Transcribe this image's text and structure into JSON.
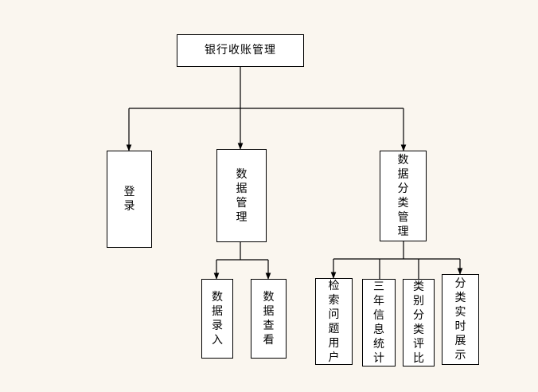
{
  "diagram": {
    "root": {
      "label": "银行收账管理"
    },
    "level1": [
      {
        "id": "login",
        "label": "登录"
      },
      {
        "id": "data-mgmt",
        "label": "数据管理"
      },
      {
        "id": "data-classify",
        "label": "数据分类管理"
      }
    ],
    "level2": {
      "data-mgmt": [
        {
          "id": "data-entry",
          "label": "数据录入"
        },
        {
          "id": "data-view",
          "label": "数据查看"
        }
      ],
      "data-classify": [
        {
          "id": "search-user",
          "label": "检索问题用户"
        },
        {
          "id": "three-year-stats",
          "label": "三年信息统计"
        },
        {
          "id": "category-eval",
          "label": "类别分类评比"
        },
        {
          "id": "realtime-display",
          "label": "分类实时展示"
        }
      ]
    }
  }
}
